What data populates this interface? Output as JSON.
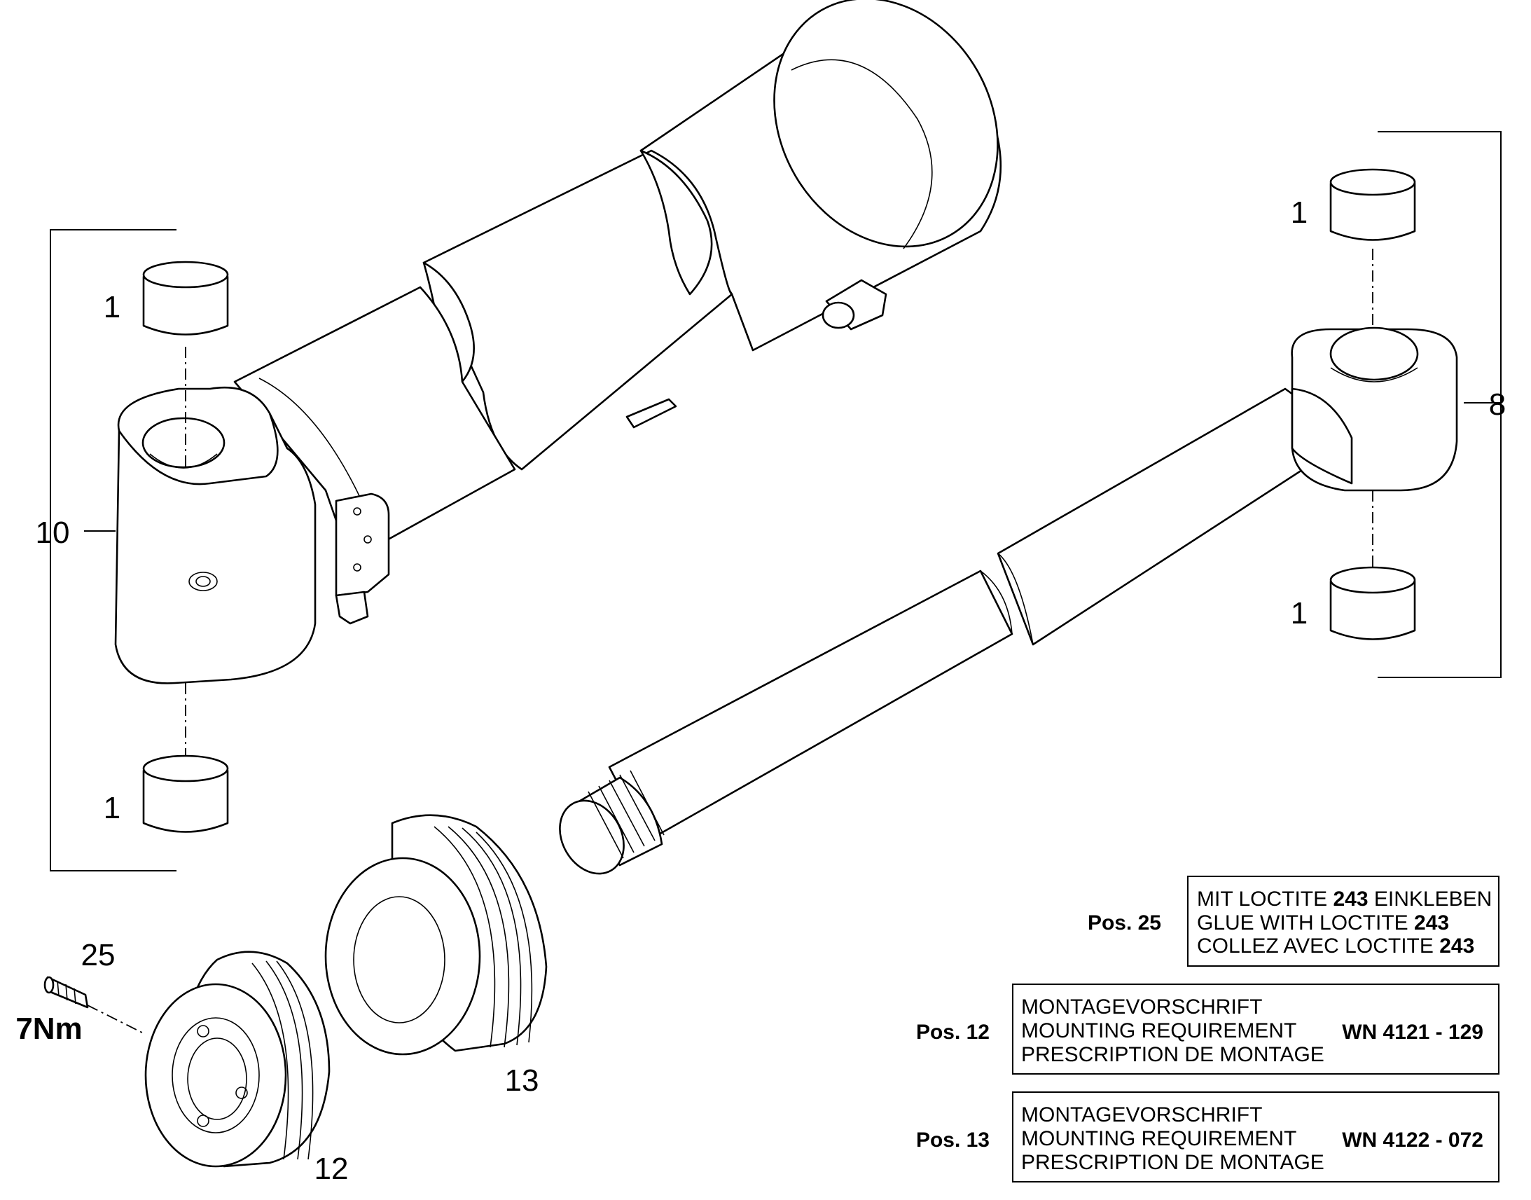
{
  "callouts": {
    "bush_label": "1",
    "cylinder_group": "10",
    "rod_group": "8",
    "piston": "12",
    "guide": "13",
    "screw": "25",
    "screw_torque": "7Nm"
  },
  "notes": [
    {
      "pos": "Pos. 25",
      "lines": [
        "MIT LOCTITE 243 EINKLEBEN",
        "GLUE WITH LOCTITE 243",
        "COLLEZ AVEC LOCTITE 243"
      ],
      "ref": ""
    },
    {
      "pos": "Pos. 12",
      "lines": [
        "MONTAGEVORSCHRIFT",
        "MOUNTING REQUIREMENT",
        "PRESCRIPTION DE MONTAGE"
      ],
      "ref": "WN 4121 - 129"
    },
    {
      "pos": "Pos. 13",
      "lines": [
        "MONTAGEVORSCHRIFT",
        "MOUNTING REQUIREMENT",
        "PRESCRIPTION DE MONTAGE"
      ],
      "ref": "WN 4122 - 072"
    }
  ]
}
